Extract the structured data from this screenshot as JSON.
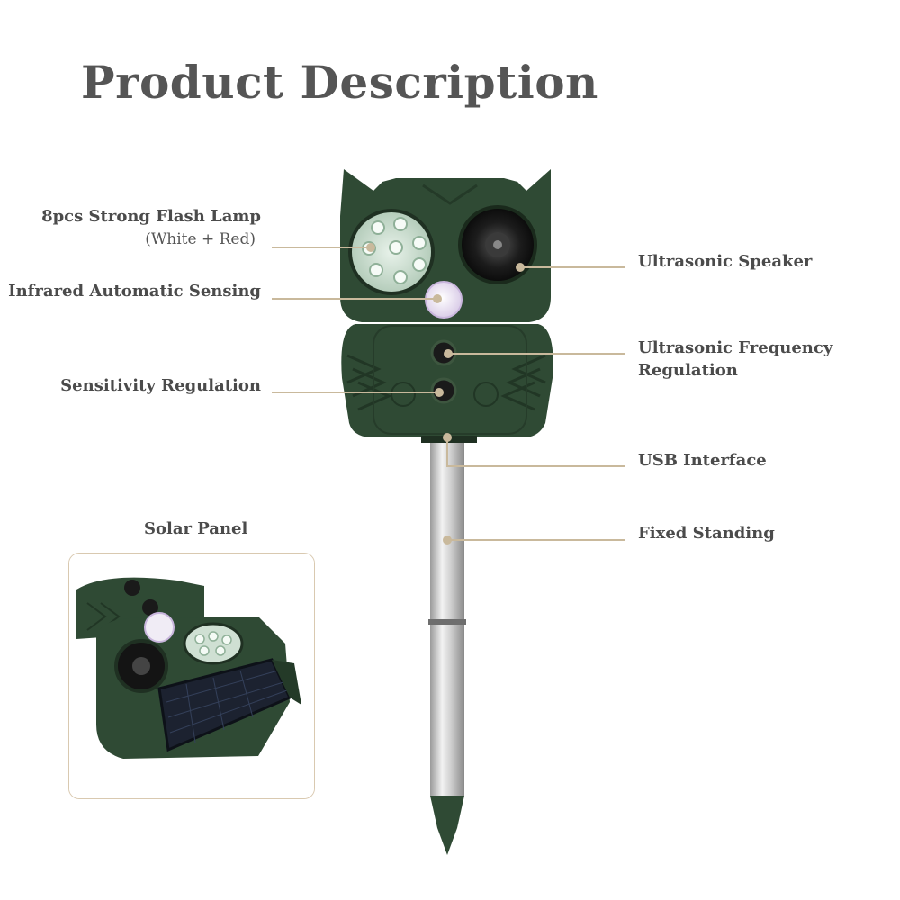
{
  "title": "Product Description",
  "labels": {
    "flash_lamp": "8pcs Strong Flash Lamp",
    "flash_lamp_sub": "(White + Red)",
    "infrared": "Infrared Automatic Sensing",
    "sensitivity": "Sensitivity Regulation",
    "ultrasonic_speaker": "Ultrasonic Speaker",
    "frequency_line1": "Ultrasonic Frequency",
    "frequency_line2": "Regulation",
    "usb": "USB Interface",
    "fixed_standing": "Fixed Standing",
    "solar_panel": "Solar Panel"
  },
  "colors": {
    "device_green": "#2f4a34",
    "leader_line": "#c9b99c",
    "title_gray": "#555555"
  }
}
